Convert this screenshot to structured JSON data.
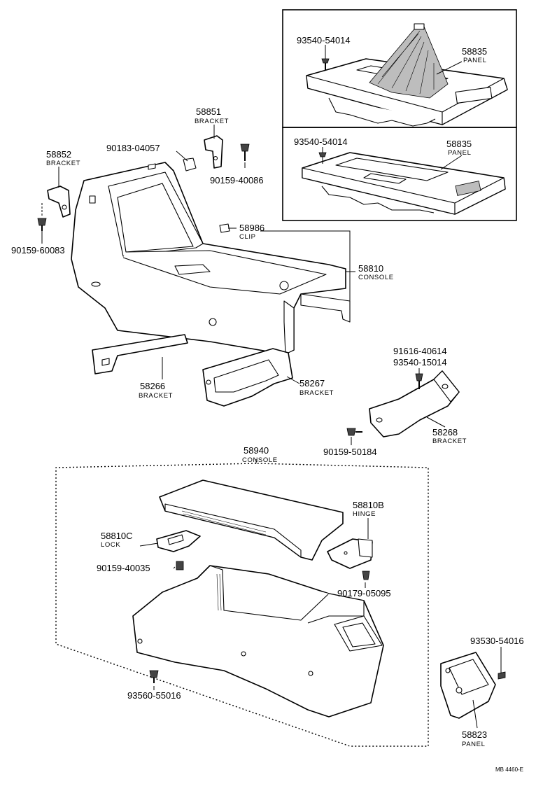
{
  "parts": {
    "p93540_top": {
      "number": "93540-54014",
      "name": ""
    },
    "p58835_top": {
      "number": "58835",
      "name": "PANEL"
    },
    "p93540_mid": {
      "number": "93540-54014",
      "name": ""
    },
    "p58835_mid": {
      "number": "58835",
      "name": "PANEL"
    },
    "p58851": {
      "number": "58851",
      "name": "BRACKET"
    },
    "p90183": {
      "number": "90183-04057",
      "name": ""
    },
    "p58852": {
      "number": "58852",
      "name": "BRACKET"
    },
    "p90159_40086": {
      "number": "90159-40086",
      "name": ""
    },
    "p58986": {
      "number": "58986",
      "name": "CLIP"
    },
    "p90159_60083": {
      "number": "90159-60083",
      "name": ""
    },
    "p58810": {
      "number": "58810",
      "name": "CONSOLE"
    },
    "p91616": {
      "number": "91616-40614",
      "name": ""
    },
    "p93540_15014": {
      "number": "93540-15014",
      "name": ""
    },
    "p58266": {
      "number": "58266",
      "name": "BRACKET"
    },
    "p58267": {
      "number": "58267",
      "name": "BRACKET"
    },
    "p58268": {
      "number": "58268",
      "name": "BRACKET"
    },
    "p90159_50184": {
      "number": "90159-50184",
      "name": ""
    },
    "p58940": {
      "number": "58940",
      "name": "CONSOLE"
    },
    "p58810B": {
      "number": "58810B",
      "name": "HINGE"
    },
    "p58810C": {
      "number": "58810C",
      "name": "LOCK"
    },
    "p90159_40035": {
      "number": "90159-40035",
      "name": ""
    },
    "p90179": {
      "number": "90179-05095",
      "name": ""
    },
    "p93530": {
      "number": "93530-54016",
      "name": ""
    },
    "p93560": {
      "number": "93560-55016",
      "name": ""
    },
    "p58823": {
      "number": "58823",
      "name": "PANEL"
    }
  },
  "diagram_code": "MB 4460-E"
}
